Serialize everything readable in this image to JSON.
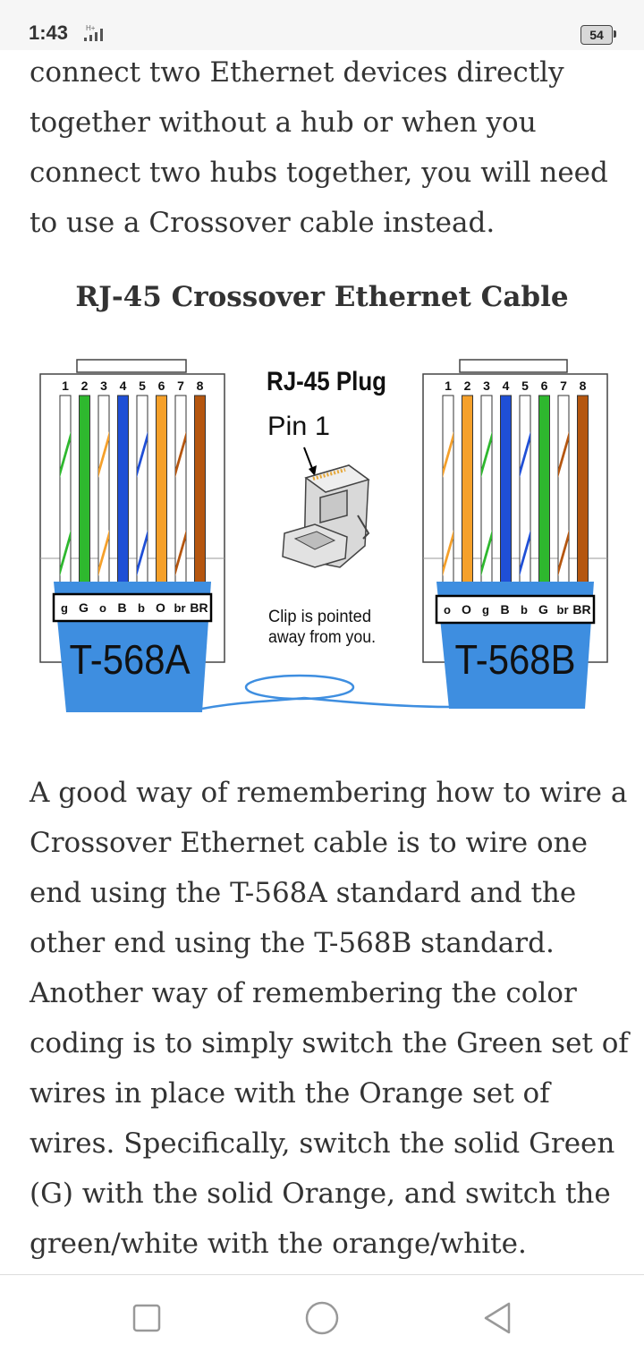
{
  "status_bar": {
    "time": "1:43",
    "network": "H+",
    "battery": "54"
  },
  "article": {
    "intro_lines": [
      "connect two Ethernet devices directly",
      "together without a hub or when you",
      "connect two hubs together, you will need",
      "to use a Crossover cable instead."
    ],
    "heading": "RJ-45 Crossover Ethernet Cable",
    "body_lines": [
      "A good way of remembering how to wire a",
      "Crossover Ethernet cable is to wire one",
      "end using the T-568A standard and the",
      "other end using the T-568B standard.",
      "Another way of remembering the color",
      "coding is to simply switch the Green set of",
      "wires in place with the Orange set of",
      "wires. Specifically, switch the solid Green",
      "(G) with the solid Orange, and switch the",
      "green/white with the orange/white."
    ]
  },
  "diagram": {
    "plug_title": "RJ-45 Plug",
    "pin_label": "Pin 1",
    "clip_note_line1": "Clip is pointed",
    "clip_note_line2": "away from you.",
    "left_connector": {
      "standard": "T-568A",
      "pin_numbers": [
        "1",
        "2",
        "3",
        "4",
        "5",
        "6",
        "7",
        "8"
      ],
      "codes": [
        "g",
        "G",
        "o",
        "B",
        "b",
        "O",
        "br",
        "BR"
      ],
      "wire_colors": [
        "#2eb82e",
        "#2eb82e",
        "#f5a02a",
        "#1f4fd6",
        "#1f4fd6",
        "#f5a02a",
        "#b5560f",
        "#b5560f"
      ],
      "striped": [
        true,
        false,
        true,
        false,
        true,
        false,
        true,
        false
      ]
    },
    "right_connector": {
      "standard": "T-568B",
      "pin_numbers": [
        "1",
        "2",
        "3",
        "4",
        "5",
        "6",
        "7",
        "8"
      ],
      "codes": [
        "o",
        "O",
        "g",
        "B",
        "b",
        "G",
        "br",
        "BR"
      ],
      "wire_colors": [
        "#f5a02a",
        "#f5a02a",
        "#2eb82e",
        "#1f4fd6",
        "#1f4fd6",
        "#2eb82e",
        "#b5560f",
        "#b5560f"
      ],
      "striped": [
        true,
        false,
        true,
        false,
        true,
        false,
        true,
        false
      ]
    },
    "colors": {
      "boot_blue": "#3e8ee0",
      "cable_blue": "#3e8ee0"
    }
  },
  "nav": {
    "recents": "recents",
    "home": "home",
    "back": "back"
  }
}
